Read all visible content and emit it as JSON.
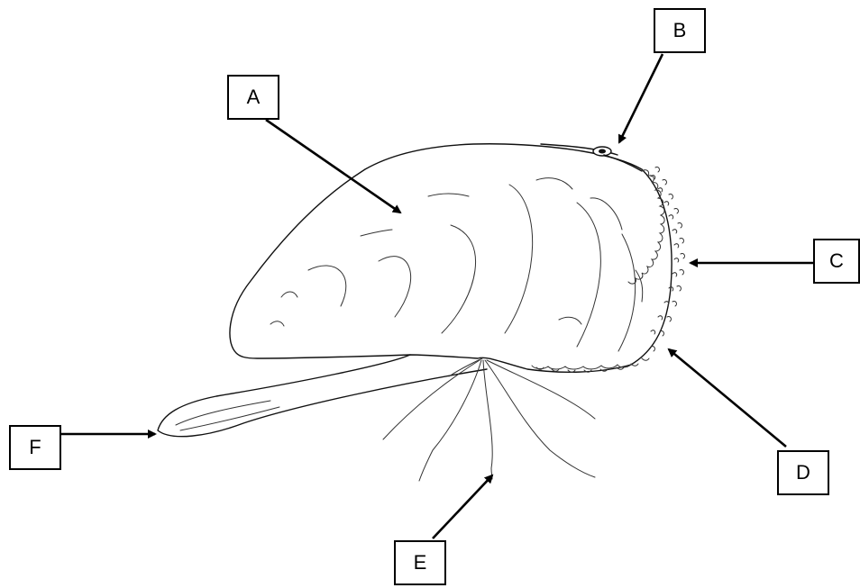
{
  "labels": {
    "A": "A",
    "B": "B",
    "C": "C",
    "D": "D",
    "E": "E",
    "F": "F"
  },
  "colors": {
    "ink": "#000000",
    "background": "#ffffff"
  }
}
